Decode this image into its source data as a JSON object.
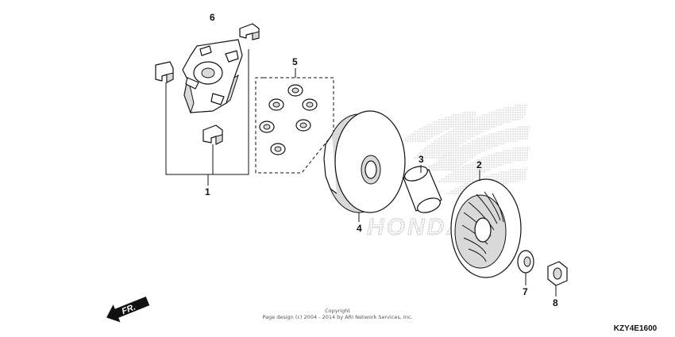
{
  "callouts": {
    "p1": "1",
    "p2": "2",
    "p3": "3",
    "p4": "4",
    "p5": "5",
    "p6": "6",
    "p7": "7",
    "p8": "8"
  },
  "watermark": "HONDA",
  "direction_label": "FR.",
  "copyright_line1": "Copyright",
  "copyright_line2": "Page design (c) 2004 - 2014 by ARI Network Services, Inc.",
  "diagram_code": "KZY4E1600",
  "colors": {
    "ink": "#111111",
    "watermark": "#bdbdbd"
  }
}
